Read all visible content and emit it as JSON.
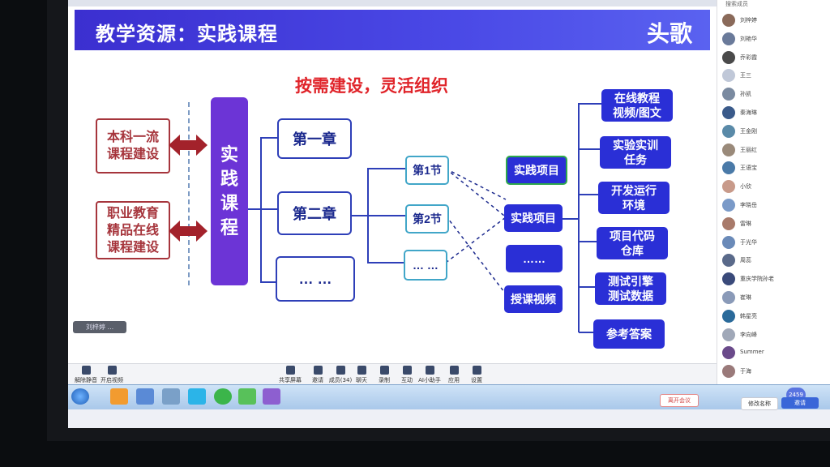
{
  "slide": {
    "title": "教学资源：实践课程",
    "logo": "头歌",
    "subtitle": "按需建设，灵活组织",
    "left_boxes": [
      "本科一流\n课程建设",
      "职业教育\n精品在线\n课程建设"
    ],
    "center_bar": "实\n践\n课\n程",
    "chapters": [
      "第一章",
      "第二章",
      "… …"
    ],
    "sections": [
      "第1节",
      "第2节",
      "… …"
    ],
    "mid_items": [
      "实践项目",
      "实践项目",
      "……",
      "授课视频"
    ],
    "right_items": [
      "在线教程\n视频/图文",
      "实验实训\n任务",
      "开发运行\n环境",
      "项目代码\n仓库",
      "测试引擎\n测试数据",
      "参考答案"
    ]
  },
  "colors": {
    "header": "#3b2fd0",
    "accent_red": "#e0242a",
    "bar_purple": "#6c34d6",
    "box_blue": "#2a2fd6"
  },
  "toolbar": {
    "items": [
      "共享屏幕",
      "邀请",
      "成员(34)",
      "聊天",
      "录制",
      "互动",
      "AI小助手",
      "应用",
      "设置"
    ],
    "left_items": [
      "解除静音",
      "开启视频"
    ]
  },
  "taskbar": {
    "leave_button": "离开会议"
  },
  "sidebar": {
    "search": "搜索成员",
    "members": [
      "刘梓婷",
      "刘艳华",
      "乔彩霞",
      "王三",
      "孙凯",
      "秦海琳",
      "王金刚",
      "王丽红",
      "王语宝",
      "小欣",
      "李晓岳",
      "雷琳",
      "于光华",
      "周蕊",
      "重庆学院孙老",
      "崔琳",
      "韩星亮",
      "李向峰",
      "Summer",
      "于海"
    ],
    "bottom_buttons": [
      "修改名称",
      "邀请"
    ],
    "count": "2459"
  },
  "mini_bar": "刘梓婷 ..."
}
